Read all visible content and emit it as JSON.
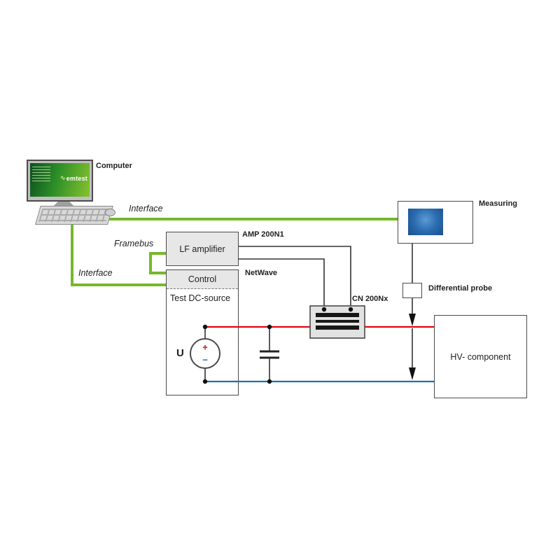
{
  "computer": {
    "label": "Computer",
    "screen_logo": "emtest",
    "logo_icon": "waveform-icon"
  },
  "cables": {
    "interface_top": "Interface",
    "interface_left": "Interface",
    "framebus": "Framebus"
  },
  "devices": {
    "lf_amplifier": {
      "name": "LF amplifier",
      "model": "AMP 200N1"
    },
    "netwave": {
      "control": "Control",
      "model": "NetWave",
      "dc_source": "Test DC-source",
      "voltage": "U",
      "plus": "+",
      "minus": "−"
    },
    "measuring": {
      "label": "Measuring"
    },
    "differential_probe": {
      "label": "Differential probe"
    },
    "coupling_network": {
      "model": "CN 200Nx"
    },
    "hv_component": {
      "label": "HV- component"
    }
  },
  "colors": {
    "green": "#76b82a",
    "red": "#e30613",
    "blue": "#1f6fb5",
    "border": "#4a4a4a"
  }
}
